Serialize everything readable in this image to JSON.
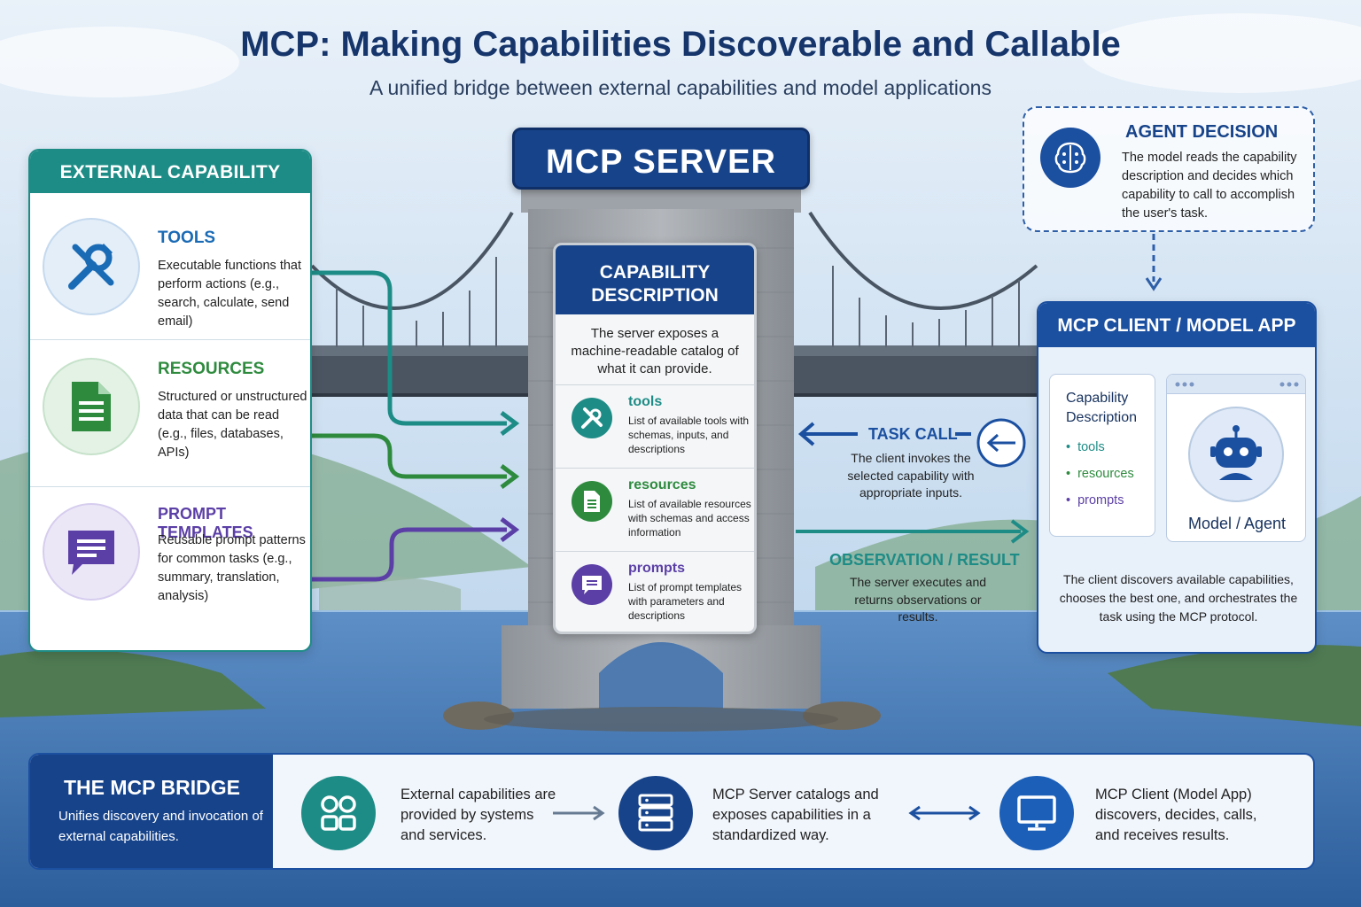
{
  "title": "MCP: Making Capabilities Discoverable and Callable",
  "subtitle": "A unified bridge between external capabilities and model applications",
  "external": {
    "header": "EXTERNAL CAPABILITY",
    "items": [
      {
        "title": "TOOLS",
        "desc": "Executable functions that perform actions (e.g., search, calculate, send email)",
        "color": "#1a6bb5",
        "icon": "wrench-screwdriver-icon"
      },
      {
        "title": "RESOURCES",
        "desc": "Structured or unstructured data that can be read (e.g., files, databases, APIs)",
        "color": "#2e8b3e",
        "icon": "document-icon"
      },
      {
        "title": "PROMPT TEMPLATES",
        "desc": "Reusable prompt patterns for common tasks (e.g., summary, translation, analysis)",
        "color": "#5b3fa6",
        "icon": "chat-bubble-icon"
      }
    ]
  },
  "server": {
    "sign": "MCP SERVER",
    "board_title": "CAPABILITY DESCRIPTION",
    "board_intro": "The server exposes a machine-readable catalog of what it can provide.",
    "items": [
      {
        "title": "tools",
        "desc": "List of available tools with schemas, inputs, and descriptions",
        "color": "#1e8c86"
      },
      {
        "title": "resources",
        "desc": "List of available resources with schemas and access information",
        "color": "#2e8b3e"
      },
      {
        "title": "prompts",
        "desc": "List of prompt templates with parameters and descriptions",
        "color": "#5b3fa6"
      }
    ]
  },
  "agent": {
    "title": "AGENT DECISION",
    "desc": "The model reads the capability description and decides which capability to call to accomplish the user's task."
  },
  "flow": {
    "task_call": "TASK CALL",
    "task_call_desc": "The client invokes the selected capability with appropriate inputs.",
    "observation": "OBSERVATION / RESULT",
    "observation_desc": "The server executes and returns observations or results."
  },
  "client": {
    "header": "MCP CLIENT / MODEL APP",
    "cap_title": "Capability Description",
    "cap_items": [
      "tools",
      "resources",
      "prompts"
    ],
    "agent_label": "Model / Agent",
    "desc": "The client discovers available capabilities, chooses the best one, and orchestrates the task using the MCP protocol."
  },
  "bottom": {
    "title": "THE MCP BRIDGE",
    "subtitle": "Unifies discovery and invocation of external capabilities.",
    "steps": [
      {
        "text": "External capabilities are provided by systems and services.",
        "color": "#1e8c86",
        "icon": "apps-grid-icon"
      },
      {
        "text": "MCP Server catalogs and exposes capabilities in a standardized way.",
        "color": "#17438a",
        "icon": "server-icon"
      },
      {
        "text": "MCP Client (Model App) discovers, decides, calls, and receives results.",
        "color": "#1b5fb8",
        "icon": "monitor-icon"
      }
    ]
  }
}
